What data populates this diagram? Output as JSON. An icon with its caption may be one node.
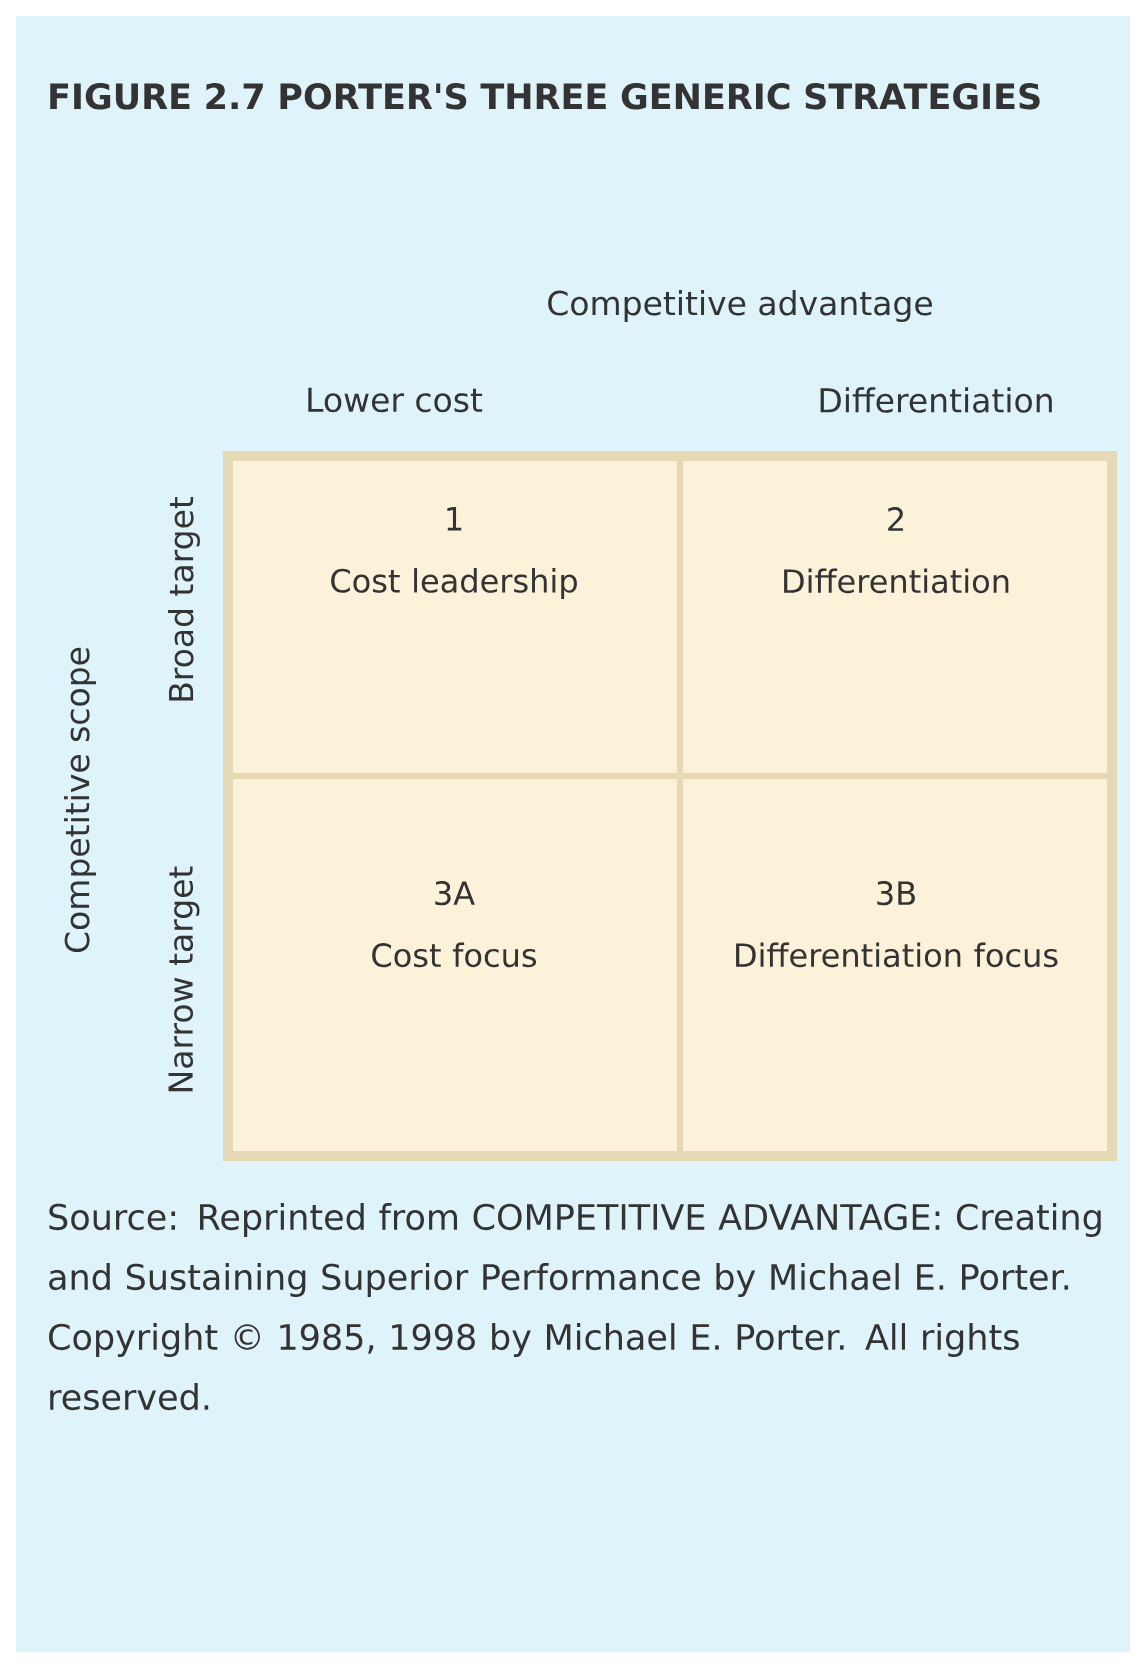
{
  "diagram": {
    "title": "FIGURE 2.7 PORTER'S THREE GENERIC STRATEGIES",
    "caption": "Source: Reprinted from COMPETITIVE ADVANTAGE: Creating and Sustaining Superior Performance by Michael E. Porter. Copyright © 1985, 1998 by Michael E. Porter. All rights reserved.",
    "nodes": [
      {
        "text": [
          "1",
          "Cost leadership"
        ]
      },
      {
        "text": [
          "2",
          "Differentiation"
        ]
      },
      {
        "text": [
          "3A",
          "Cost focus"
        ]
      },
      {
        "text": [
          "3B",
          "Differentiation focus"
        ]
      }
    ],
    "labels": [
      "Competitive advantage",
      "Lower cost",
      "Differentiation",
      "Competitive scope",
      "Broad target",
      "Narrow target"
    ]
  }
}
